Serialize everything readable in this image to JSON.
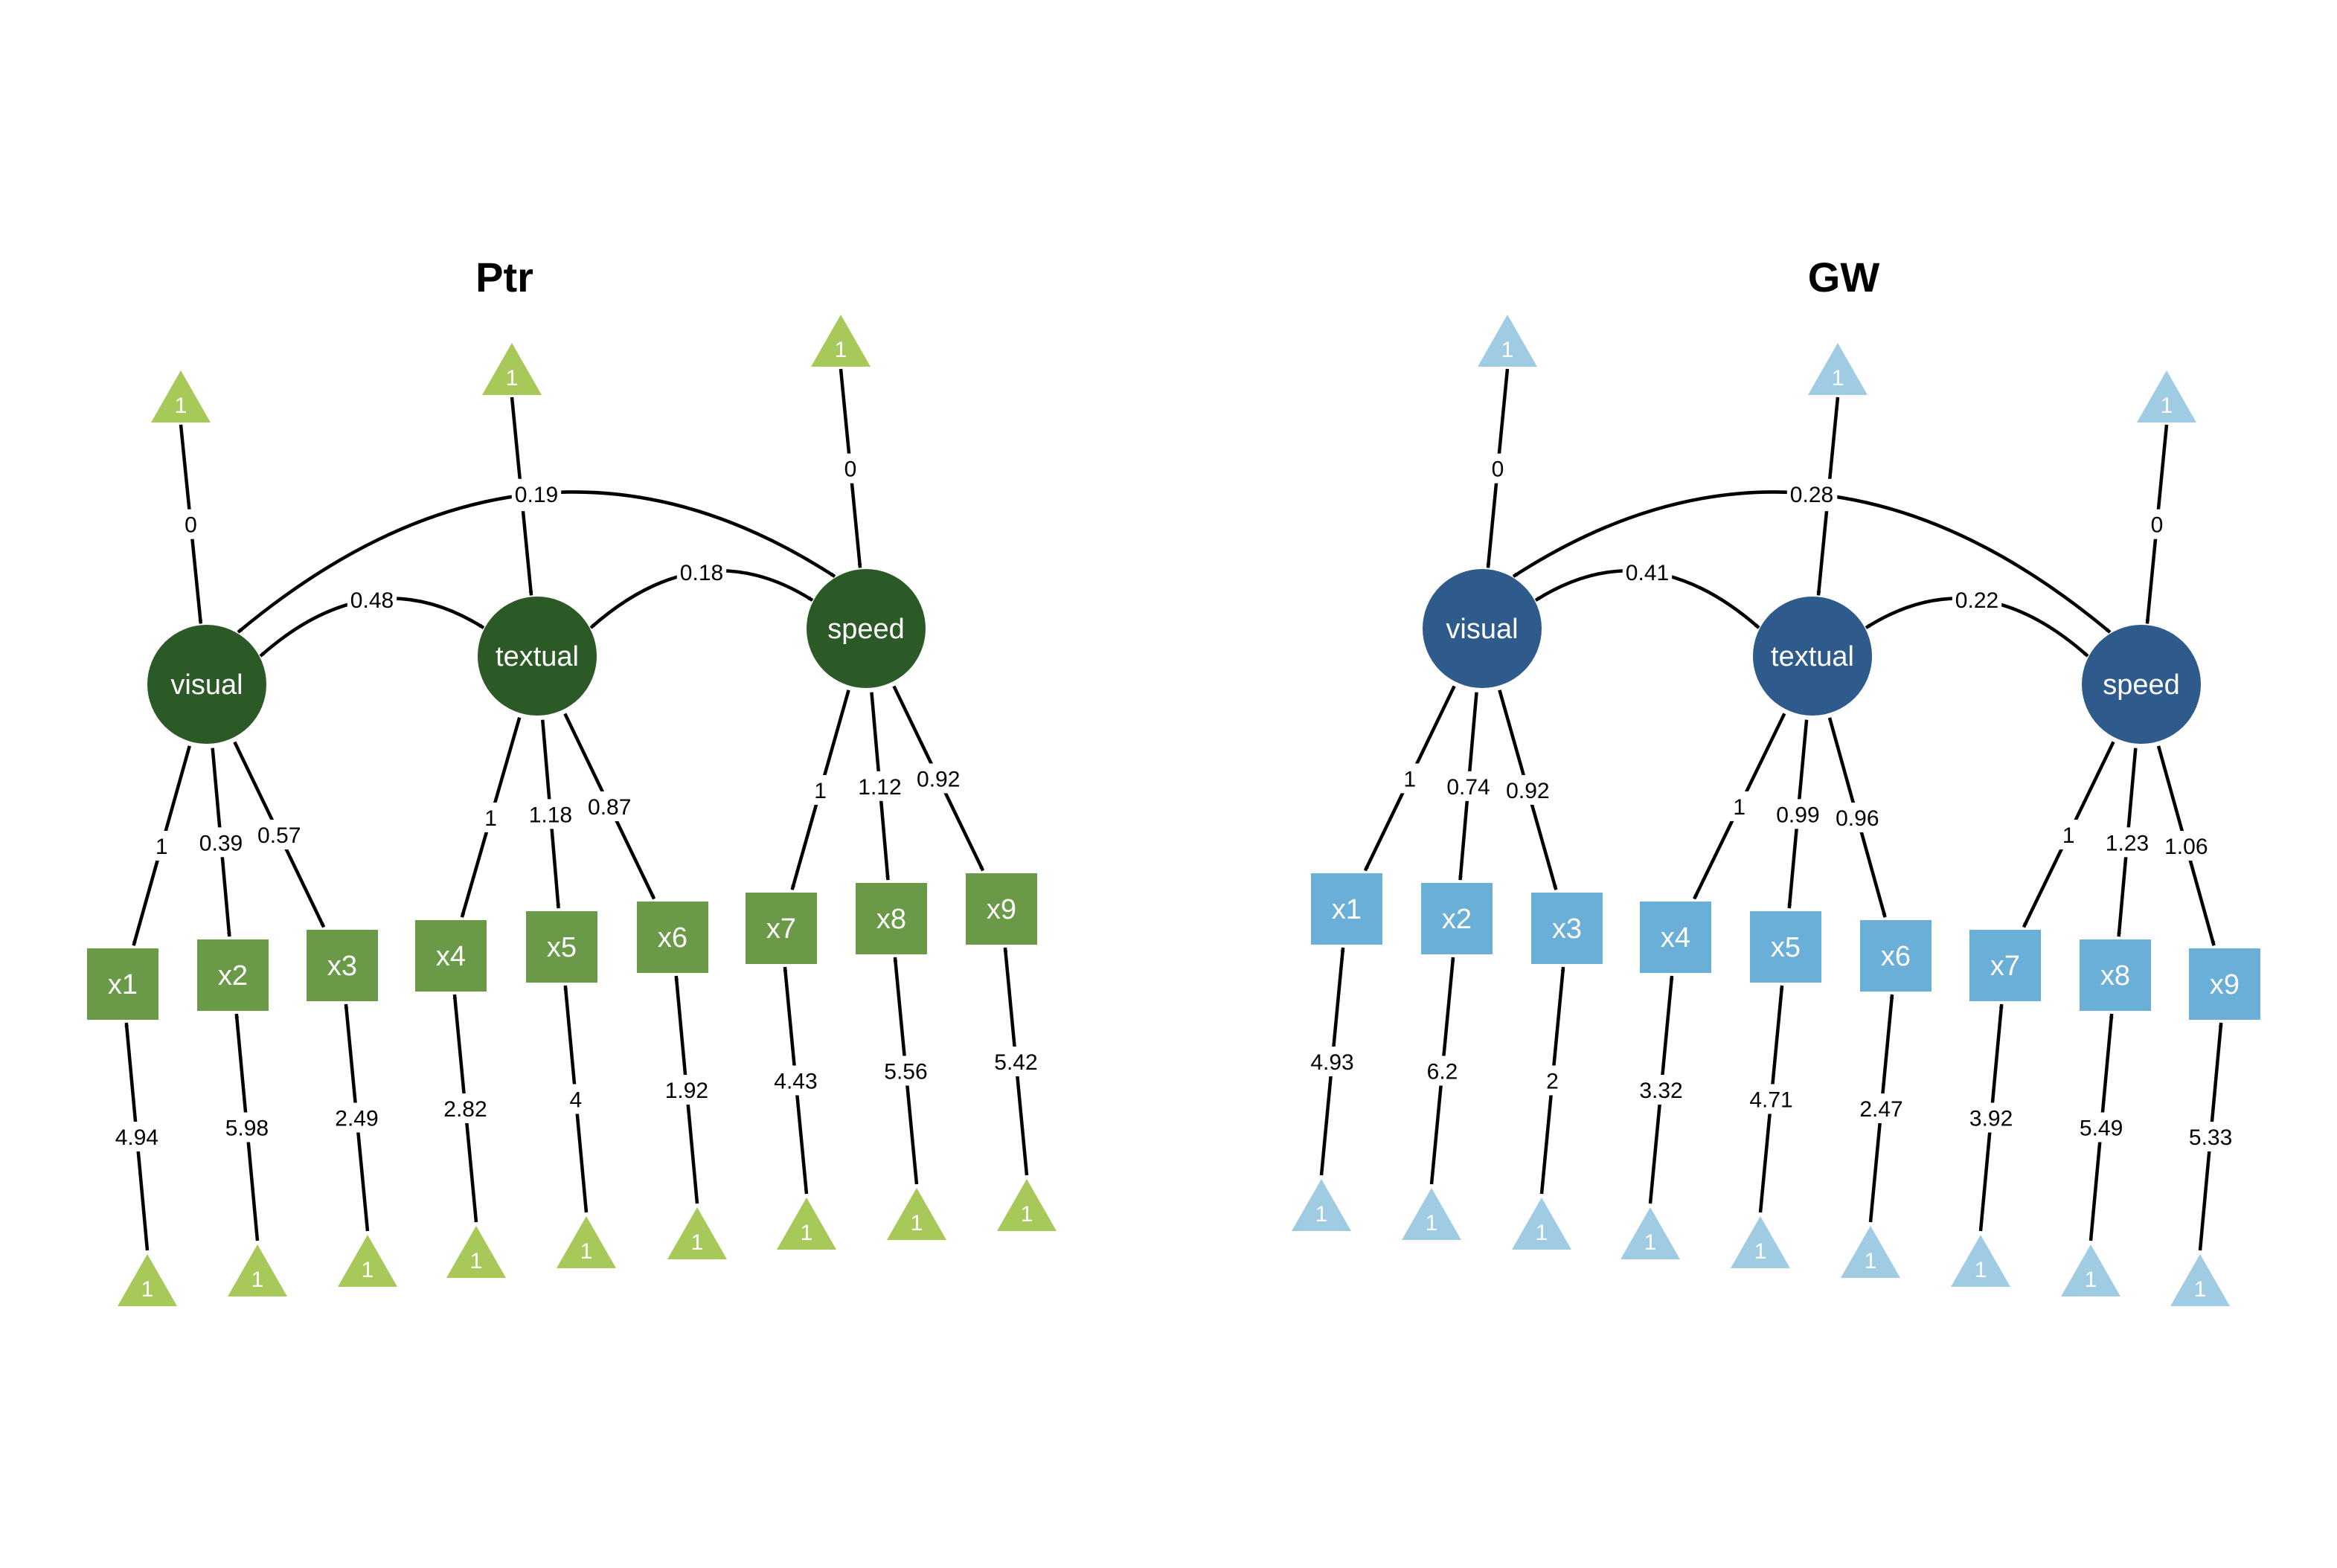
{
  "colors": {
    "ptr_latent": "#2c5a26",
    "ptr_indicator": "#6a9a48",
    "ptr_intercept": "#a6c95a",
    "gw_latent": "#2e5a8c",
    "gw_indicator": "#6aafd8",
    "gw_intercept": "#9fcbe3"
  },
  "panels": [
    {
      "id": "ptr",
      "title": "Ptr",
      "latents": [
        {
          "id": "visual",
          "label": "visual",
          "mean": "0",
          "intercept": "1"
        },
        {
          "id": "textual",
          "label": "textual",
          "mean": "0",
          "intercept": "1"
        },
        {
          "id": "speed",
          "label": "speed",
          "mean": "0",
          "intercept": "1"
        }
      ],
      "covariances": [
        {
          "from": "visual",
          "to": "textual",
          "label": "0.48"
        },
        {
          "from": "textual",
          "to": "speed",
          "label": "0.18"
        },
        {
          "from": "visual",
          "to": "speed",
          "label": "0.19"
        }
      ],
      "indicators": [
        {
          "label": "x1",
          "latent": "visual",
          "loading": "1",
          "intercept_value": "4.94",
          "intercept": "1"
        },
        {
          "label": "x2",
          "latent": "visual",
          "loading": "0.39",
          "intercept_value": "5.98",
          "intercept": "1"
        },
        {
          "label": "x3",
          "latent": "visual",
          "loading": "0.57",
          "intercept_value": "2.49",
          "intercept": "1"
        },
        {
          "label": "x4",
          "latent": "textual",
          "loading": "1",
          "intercept_value": "2.82",
          "intercept": "1"
        },
        {
          "label": "x5",
          "latent": "textual",
          "loading": "1.18",
          "intercept_value": "4",
          "intercept": "1"
        },
        {
          "label": "x6",
          "latent": "textual",
          "loading": "0.87",
          "intercept_value": "1.92",
          "intercept": "1"
        },
        {
          "label": "x7",
          "latent": "speed",
          "loading": "1",
          "intercept_value": "4.43",
          "intercept": "1"
        },
        {
          "label": "x8",
          "latent": "speed",
          "loading": "1.12",
          "intercept_value": "5.56",
          "intercept": "1"
        },
        {
          "label": "x9",
          "latent": "speed",
          "loading": "0.92",
          "intercept_value": "5.42",
          "intercept": "1"
        }
      ]
    },
    {
      "id": "gw",
      "title": "GW",
      "latents": [
        {
          "id": "visual",
          "label": "visual",
          "mean": "0",
          "intercept": "1"
        },
        {
          "id": "textual",
          "label": "textual",
          "mean": "0",
          "intercept": "1"
        },
        {
          "id": "speed",
          "label": "speed",
          "mean": "0",
          "intercept": "1"
        }
      ],
      "covariances": [
        {
          "from": "visual",
          "to": "textual",
          "label": "0.41"
        },
        {
          "from": "textual",
          "to": "speed",
          "label": "0.22"
        },
        {
          "from": "visual",
          "to": "speed",
          "label": "0.28"
        }
      ],
      "indicators": [
        {
          "label": "x1",
          "latent": "visual",
          "loading": "1",
          "intercept_value": "4.93",
          "intercept": "1"
        },
        {
          "label": "x2",
          "latent": "visual",
          "loading": "0.74",
          "intercept_value": "6.2",
          "intercept": "1"
        },
        {
          "label": "x3",
          "latent": "visual",
          "loading": "0.92",
          "intercept_value": "2",
          "intercept": "1"
        },
        {
          "label": "x4",
          "latent": "textual",
          "loading": "1",
          "intercept_value": "3.32",
          "intercept": "1"
        },
        {
          "label": "x5",
          "latent": "textual",
          "loading": "0.99",
          "intercept_value": "4.71",
          "intercept": "1"
        },
        {
          "label": "x6",
          "latent": "textual",
          "loading": "0.96",
          "intercept_value": "2.47",
          "intercept": "1"
        },
        {
          "label": "x7",
          "latent": "speed",
          "loading": "1",
          "intercept_value": "3.92",
          "intercept": "1"
        },
        {
          "label": "x8",
          "latent": "speed",
          "loading": "1.23",
          "intercept_value": "5.49",
          "intercept": "1"
        },
        {
          "label": "x9",
          "latent": "speed",
          "loading": "1.06",
          "intercept_value": "5.33",
          "intercept": "1"
        }
      ]
    }
  ]
}
